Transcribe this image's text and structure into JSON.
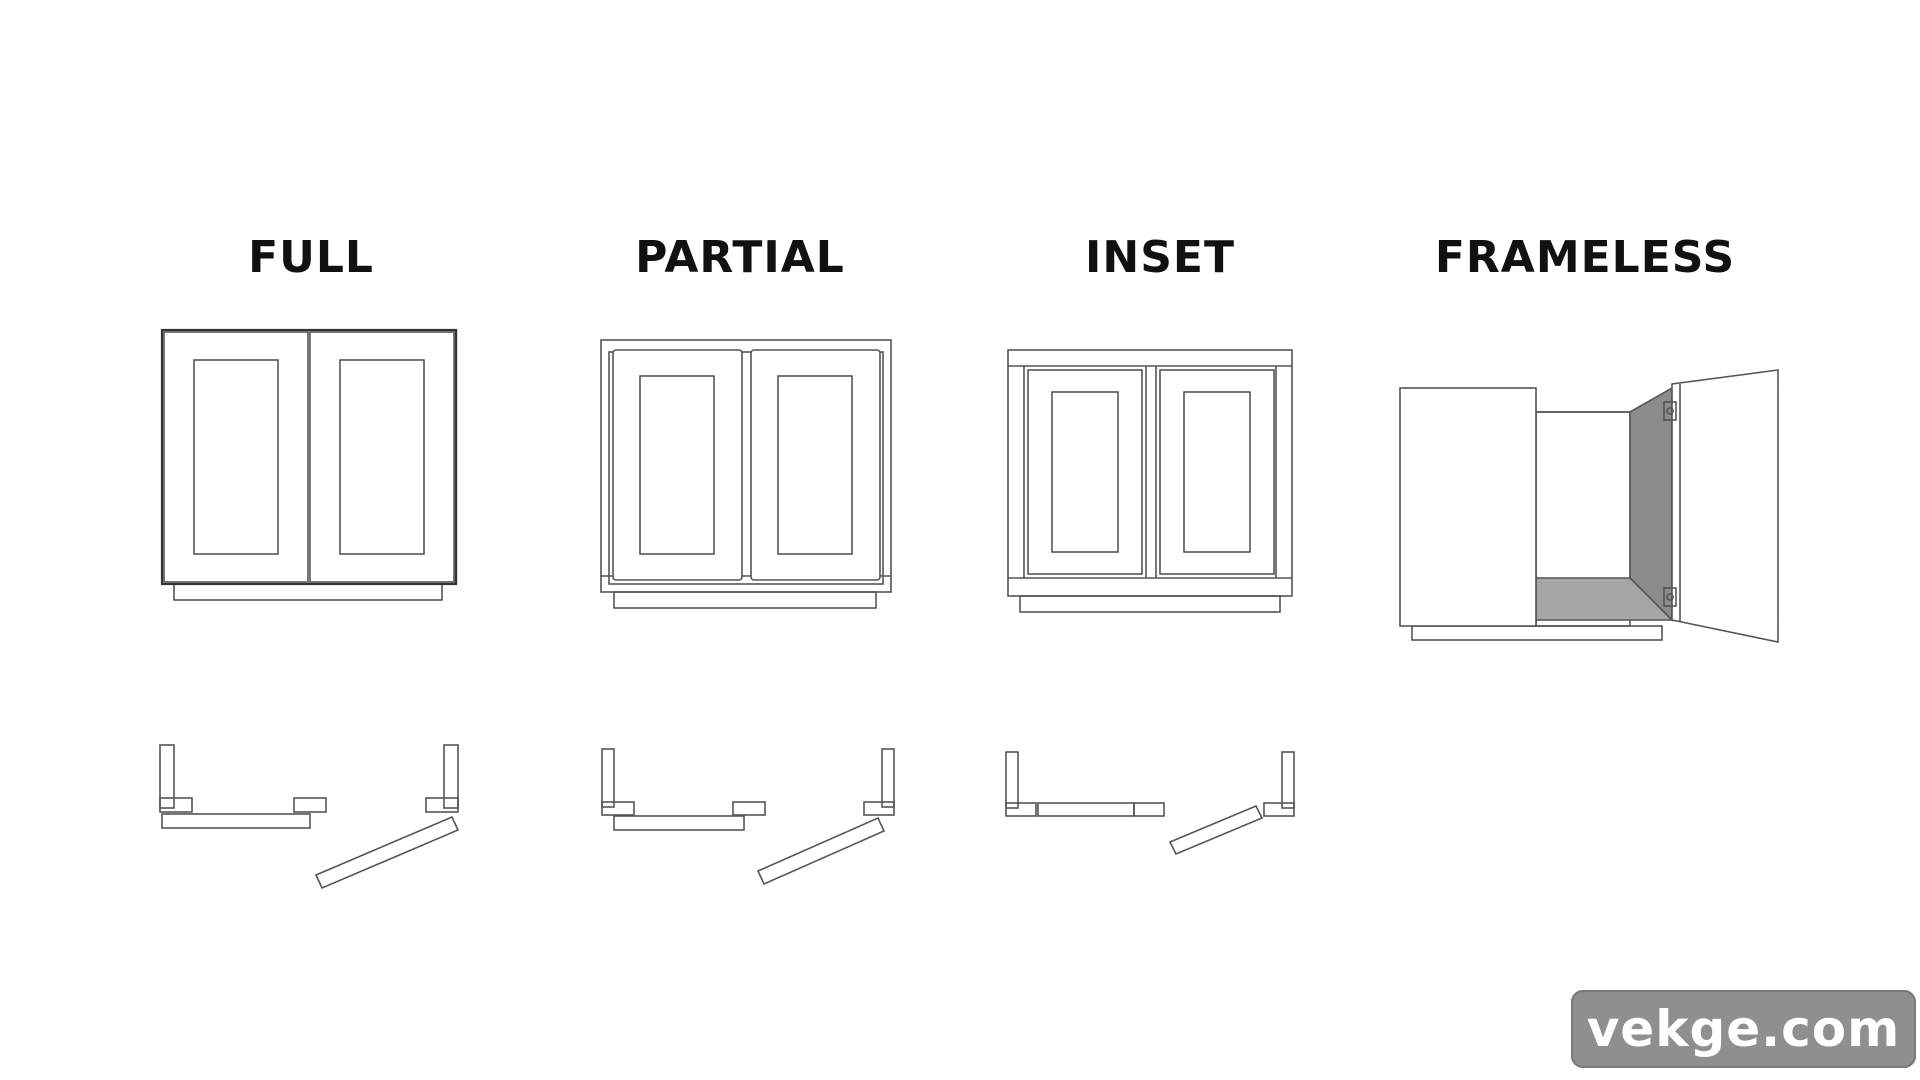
{
  "labels": {
    "full": "FULL",
    "partial": "PARTIAL",
    "inset": "INSET",
    "frameless": "FRAMELESS"
  },
  "watermark": "vekge.com",
  "colors": {
    "background": "#ffffff",
    "line": "#555555",
    "shade_dark": "#8c8c8c",
    "shade_mid": "#a6a6a6",
    "watermark_bg": "#8f8f8f",
    "watermark_text": "#ffffff"
  }
}
